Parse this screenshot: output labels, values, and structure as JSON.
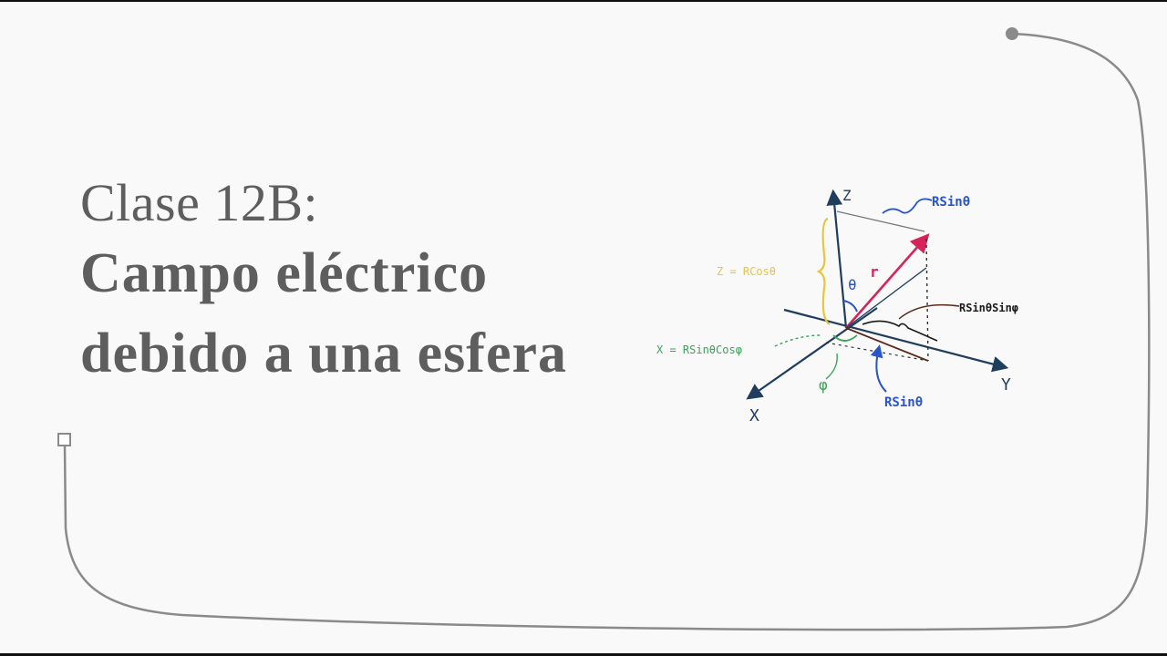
{
  "slide": {
    "subtitle": "Clase 12B:",
    "title_line1": "Campo eléctrico",
    "title_line2": "debido a una esfera"
  },
  "diagram": {
    "axis_z": "Z",
    "axis_x": "X",
    "axis_y": "Y",
    "label_rsin_top": "RSinθ",
    "label_z_eq": "Z = RCosθ",
    "label_theta": "θ",
    "label_r": "r",
    "label_rsin_sin": "RSinθSinφ",
    "label_x_eq": "X = RSinθCosφ",
    "label_phi": "φ",
    "label_rsin_bottom": "RSinθ"
  },
  "colors": {
    "background": "#f9f9f9",
    "title_text": "#5e5e5e",
    "border_curve": "#8a8a8a",
    "axes": "#1f3d5c",
    "vector_r": "#d6245a",
    "label_blue": "#2a55c8",
    "label_yellow": "#e8c53a",
    "label_green": "#3aa35a",
    "label_brown": "#5a2a1a"
  }
}
